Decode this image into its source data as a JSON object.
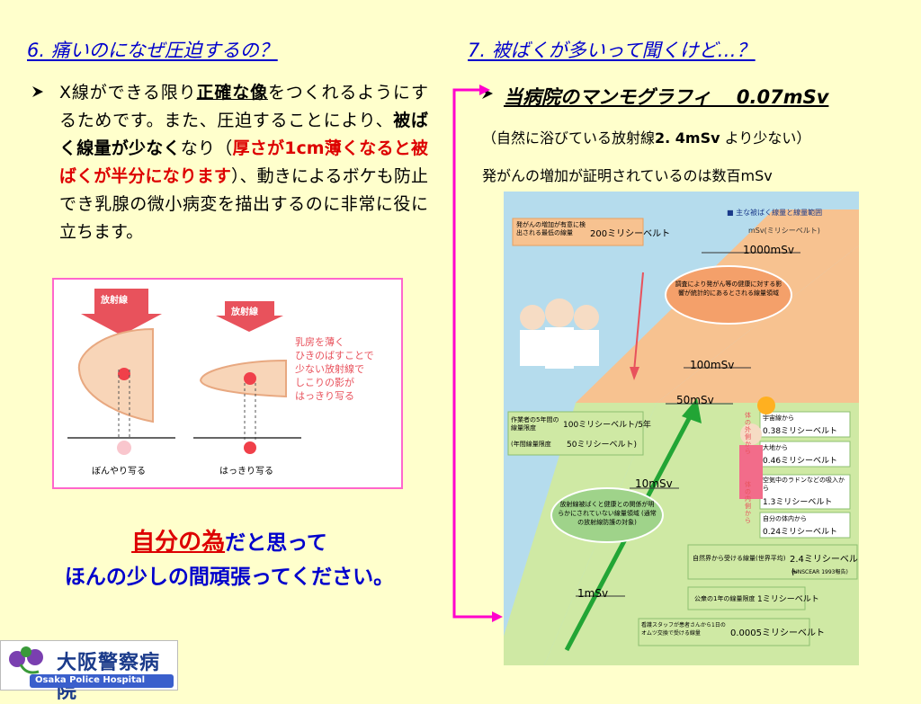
{
  "left": {
    "heading": "6. 痛いのになぜ圧迫するの？",
    "bullet_parts": {
      "p1": "X線ができる限り",
      "p2": "正確な像",
      "p3": "をつくれるようにするためです。また、圧迫することにより、",
      "p4": "被ばく線量が少なく",
      "p5": "なり（",
      "p6": "厚さが1cm薄くなると被ばくが半分になります",
      "p7": "）、動きによるボケも防止でき乳腺の微小病変を描出するのに非常に役に立ちます。"
    },
    "diagram": {
      "arrow_left_label": "放射線",
      "arrow_right_label": "放射線",
      "note_lines": [
        "乳房を薄く",
        "ひきのばすことで",
        "少ない放射線で",
        "しこりの影が",
        "はっきり写る"
      ],
      "caption_left": "ぼんやり写る",
      "caption_right": "はっきり写る"
    },
    "slogan": {
      "red": "自分の為",
      "rest": "だと思って",
      "line2": "ほんの少しの間頑張ってください。"
    }
  },
  "right": {
    "heading": "7. 被ばくが多いって聞くけど…？",
    "hospital_line": "当病院のマンモグラフィ　 0.07mSv",
    "line2_a": "（自然に浴びている放射線",
    "line2_b": "2. 4mSv",
    "line2_c": " より少ない）",
    "line3": "発がんの増加が証明されているのは数百mSv",
    "chart": {
      "legend": "■ 主な被ばく線量と線量範囲",
      "unit": "mSv(ミリシーベルト)",
      "levels": [
        "1000mSv",
        "100mSv",
        "50mSv",
        "10mSv",
        "1mSv"
      ],
      "box_top_text": "発がんの増加が有意に検出される最低の線量",
      "box_top_value": "200ミリシーベルト",
      "oval_top": "調査により発がん等の健康に対する影響が統計的にあるとされる線量領域",
      "worker_label1": "作業者の5年間の線量限度",
      "worker_value1": "100ミリシーベルト/5年",
      "worker_label2": "(年間線量限度",
      "worker_value2": "50ミリシーベルト)",
      "oval_bottom": "放射線被ばくと健康との関係が明らかにされていない線量領域 (通常の放射線防護の対象)",
      "natural_items": [
        {
          "label": "宇宙線から",
          "value": "0.38ミリシーベルト"
        },
        {
          "label": "大地から",
          "value": "0.46ミリシーベルト"
        },
        {
          "label": "空気中のラドンなどの吸入から",
          "value": "1.3ミリシーベルト"
        },
        {
          "label": "自分の体内から",
          "value": "0.24ミリシーベルト"
        }
      ],
      "natural_side_top": "体の外側から",
      "natural_side_bottom": "体の内側から",
      "world_label": "自然界から受ける線量(世界平均)",
      "world_value": "2.4ミリシーベルト",
      "world_source": "(UNSCEAR 1993報告)",
      "public_label": "公衆の1年の線量限度",
      "public_value": "1ミリシーベルト",
      "nurse_label": "看護スタッフが患者さんから1日のオムツ交換で受ける線量",
      "nurse_value": "0.0005ミリシーベルト"
    }
  },
  "logo": {
    "name": "大阪警察病院",
    "english": "Osaka Police Hospital"
  },
  "colors": {
    "background": "#ffffcc",
    "heading": "#0000cc",
    "accent_red": "#dd0000",
    "connector": "#ff00cc"
  }
}
